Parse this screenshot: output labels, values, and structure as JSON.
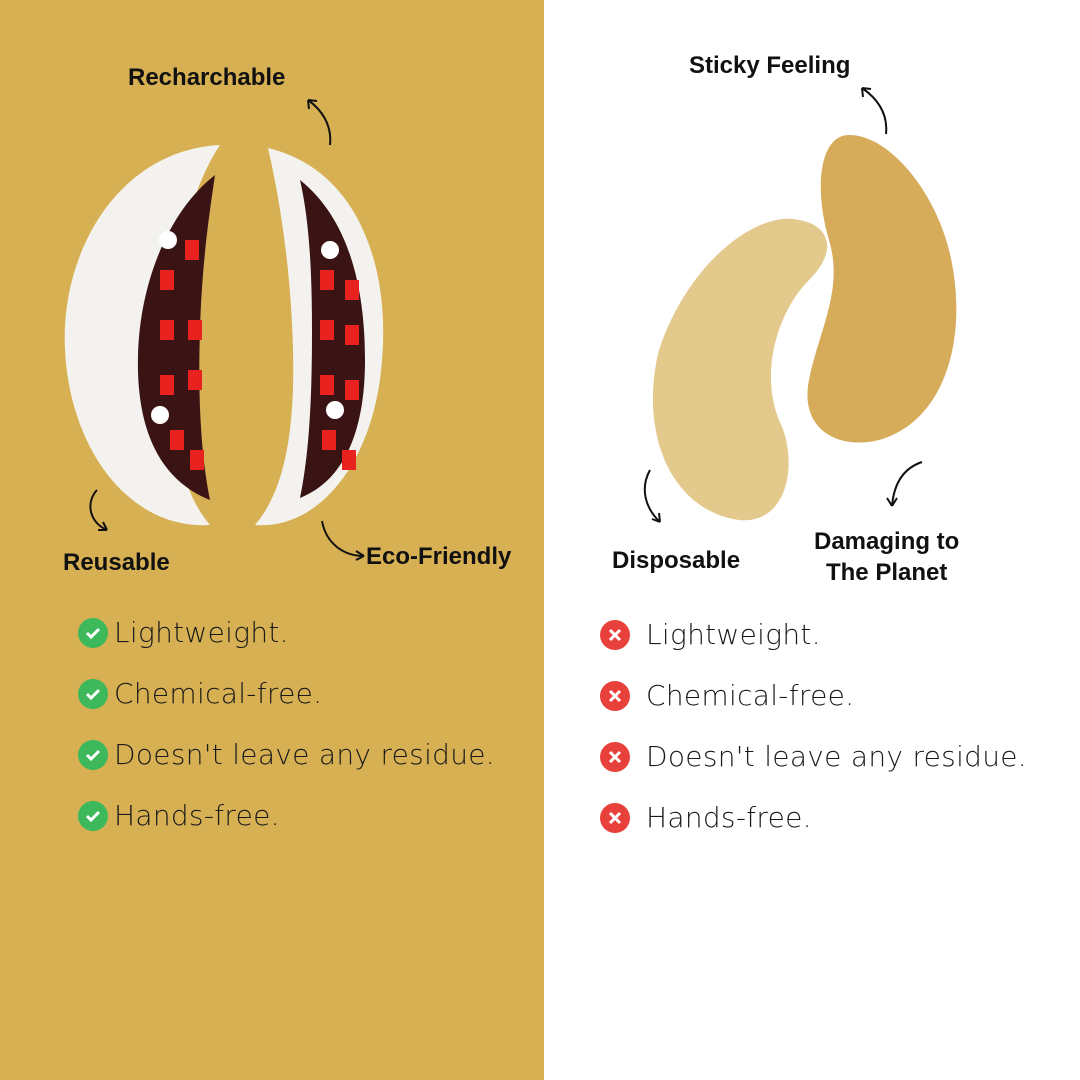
{
  "left": {
    "labels": {
      "top": "Recharchable",
      "bottom_left": "Reusable",
      "bottom_right": "Eco-Friendly"
    },
    "items": [
      "Lightweight.",
      "Chemical-free.",
      "Doesn't leave any residue.",
      "Hands-free."
    ],
    "icon": "check-circle-icon"
  },
  "right": {
    "labels": {
      "top": "Sticky Feeling",
      "bottom_left": "Disposable",
      "bottom_right_1": "Damaging to",
      "bottom_right_2": "The Planet"
    },
    "items": [
      "Lightweight.",
      "Chemical-free.",
      "Doesn't leave any residue.",
      "Hands-free."
    ],
    "icon": "x-circle-icon"
  },
  "colors": {
    "left_bg": "#D6B052",
    "check": "#3DB85A",
    "cross": "#E8413C"
  }
}
